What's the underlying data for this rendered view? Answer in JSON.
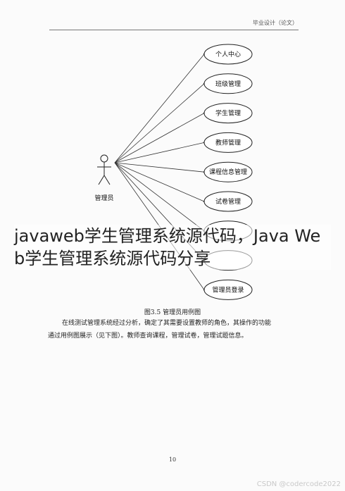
{
  "header": "毕业设计（论文）",
  "actor": "管理员",
  "use_cases": [
    "个人中心",
    "班级管理",
    "学生管理",
    "教师管理",
    "课程信息管理",
    "试卷管理",
    "",
    "",
    "管理员登录"
  ],
  "caption": "图3.5  管理员用例图",
  "paragraph_line1": "在线测试管理系统经过分析，确定了其需要设置教师的角色，其操作的功能",
  "paragraph_line2": "通过用例图展示（见下图）。教师查询课程，管理试卷，管理试题信息。",
  "overlay_title": "javaweb学生管理系统源代码，Java Web学生管理系统源代码分享",
  "page_number": "10",
  "watermark": "CSDN @codercode2022"
}
